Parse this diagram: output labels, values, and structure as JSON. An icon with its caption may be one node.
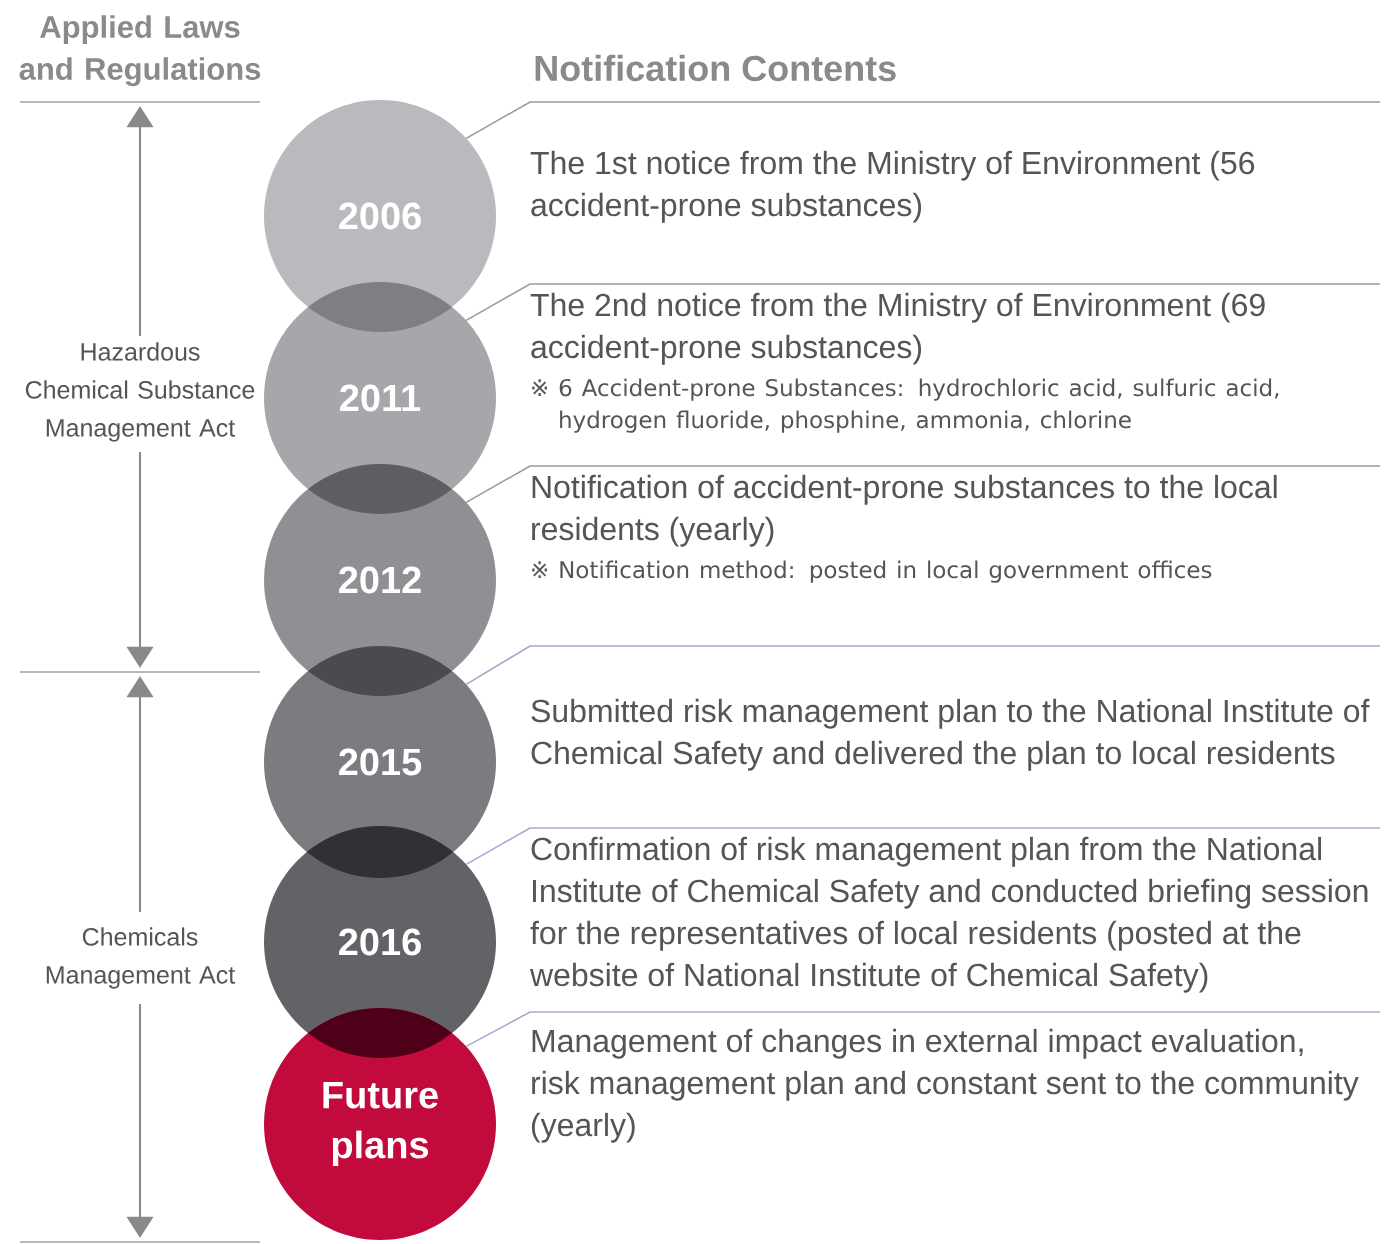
{
  "diagram": {
    "nodes": [
      {
        "text": [
          "2006"
        ]
      },
      {
        "text": [
          "2011"
        ]
      },
      {
        "text": [
          "2012"
        ]
      },
      {
        "text": [
          "2015"
        ]
      },
      {
        "text": [
          "2016"
        ]
      },
      {
        "text": [
          "Future plans"
        ]
      },
      {
        "text": [
          "The 1st notice from the Ministry of Environment (56 accident-prone substances)"
        ]
      },
      {
        "text": [
          "The 2nd notice from the Ministry of Environment (69 accident-prone substances)",
          "※ 6 Accident-prone Substances: hydrochloric acid, sulfuric acid, hydrogen fluoride, phosphine, ammonia, chlorine"
        ]
      },
      {
        "text": [
          "Notification of accident-prone substances to the local residents (yearly)",
          "※ Notification method: posted in local government offices"
        ]
      },
      {
        "text": [
          "Submitted risk management plan to the National Institute of Chemical Safety and delivered the plan to local residents"
        ]
      },
      {
        "text": [
          "Confirmation of risk management plan from the National Institute of Chemical Safety and conducted briefing session for the representatives of local residents (posted at the website of National Institute of Chemical Safety)"
        ]
      },
      {
        "text": [
          "Management of changes in external impact evaluation, risk management plan and constant sent to the community (yearly)"
        ]
      }
    ],
    "edges": [
      {
        "from": 0,
        "to": 6,
        "arrow": "none"
      },
      {
        "from": 1,
        "to": 7,
        "arrow": "none"
      },
      {
        "from": 2,
        "to": 8,
        "arrow": "none"
      },
      {
        "from": 3,
        "to": 9,
        "arrow": "none",
        "color": "#a9a7cc"
      },
      {
        "from": 4,
        "to": 10,
        "arrow": "none",
        "color": "#a9a7cc"
      },
      {
        "from": 5,
        "to": 11,
        "arrow": "none",
        "color": "#a9a7cc"
      }
    ],
    "labels": [
      "Applied Laws and Regulations",
      "Notification Contents",
      "Hazardous Chemical Substance Management Act",
      "Chemicals Management Act"
    ]
  }
}
